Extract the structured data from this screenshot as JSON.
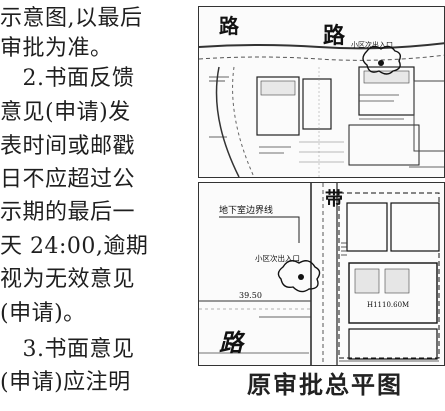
{
  "body_text": [
    "示意图,以最后",
    "审批为准。",
    "　2.书面反馈",
    "意见(申请)发",
    "表时间或邮戳",
    "日不应超过公",
    "示期的最后一",
    "天 24:00,逾期",
    "视为无效意见",
    "(申请)。",
    "　3.书面意见",
    "(申请)应注明"
  ],
  "figure": {
    "caption": "原审批总平图",
    "top_panel": {
      "road_label_left": "路",
      "road_label_right": "路",
      "entrance_label": "小区次出入口"
    },
    "bottom_panel": {
      "belt_label": "带",
      "basement_boundary_label": "地下室边界线",
      "entrance_label": "小区次出入口",
      "building_label": "H1110.60M",
      "dimension": "39.50",
      "road_label": "路"
    }
  }
}
